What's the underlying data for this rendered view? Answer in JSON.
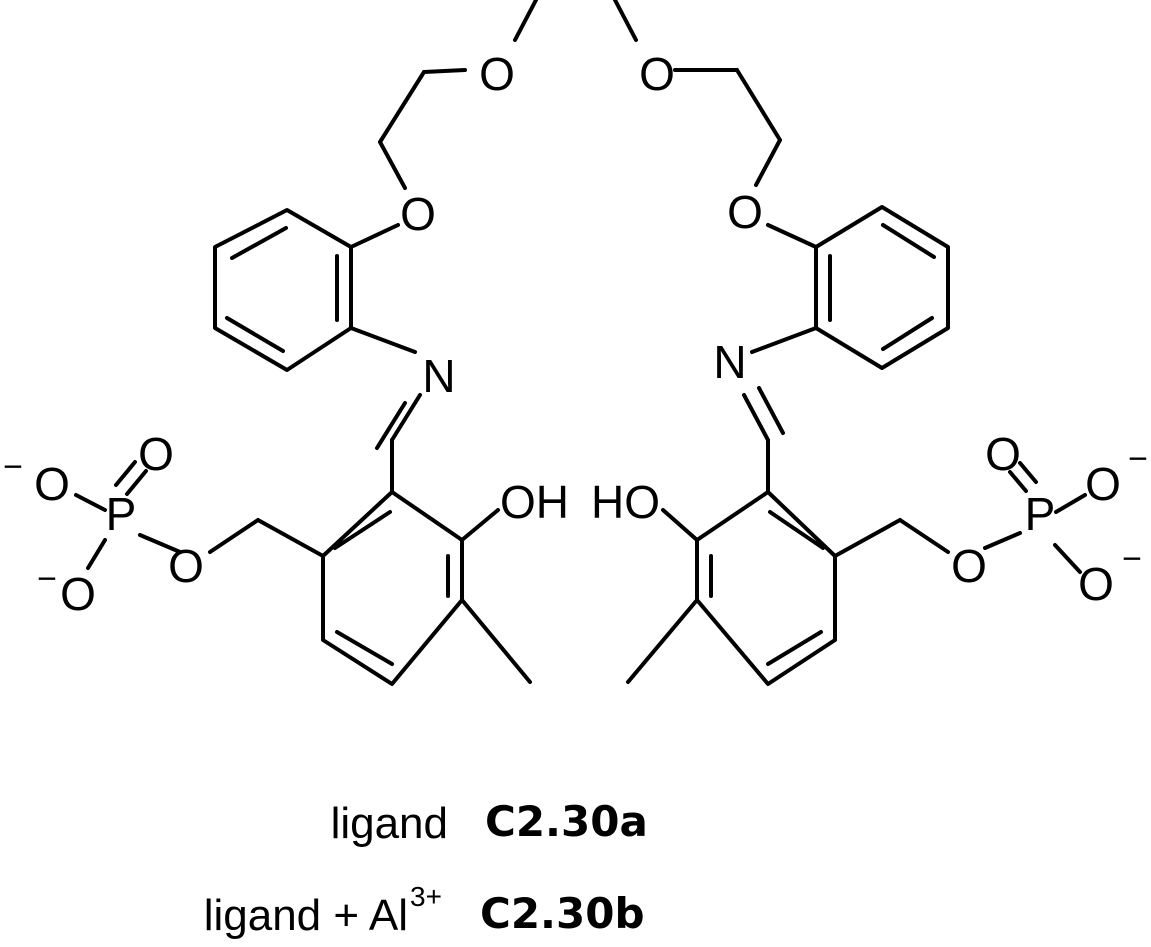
{
  "atoms": {
    "O_crown_left": "O",
    "O_crown_right": "O",
    "O_aryl_left": "O",
    "O_aryl_right": "O",
    "N_left": "N",
    "N_right": "N",
    "OH_left": "OH",
    "HO_right": "HO",
    "P_left": "P",
    "P_right": "P",
    "O_P_double_left": "O",
    "O_P_upper_left": "O",
    "O_P_lower_left": "O",
    "O_P_ester_left": "O",
    "O_P_double_right": "O",
    "O_P_upper_right": "O",
    "O_P_lower_right": "O",
    "O_P_ester_right": "O"
  },
  "charges": {
    "left_upper": "−",
    "left_lower": "−",
    "right_upper": "−",
    "right_lower": "−"
  },
  "captions": {
    "row1_label": "ligand",
    "row1_code": "C2.30a",
    "row2_label": "ligand + Al",
    "row2_sup": "3+",
    "row2_code": "C2.30b"
  }
}
